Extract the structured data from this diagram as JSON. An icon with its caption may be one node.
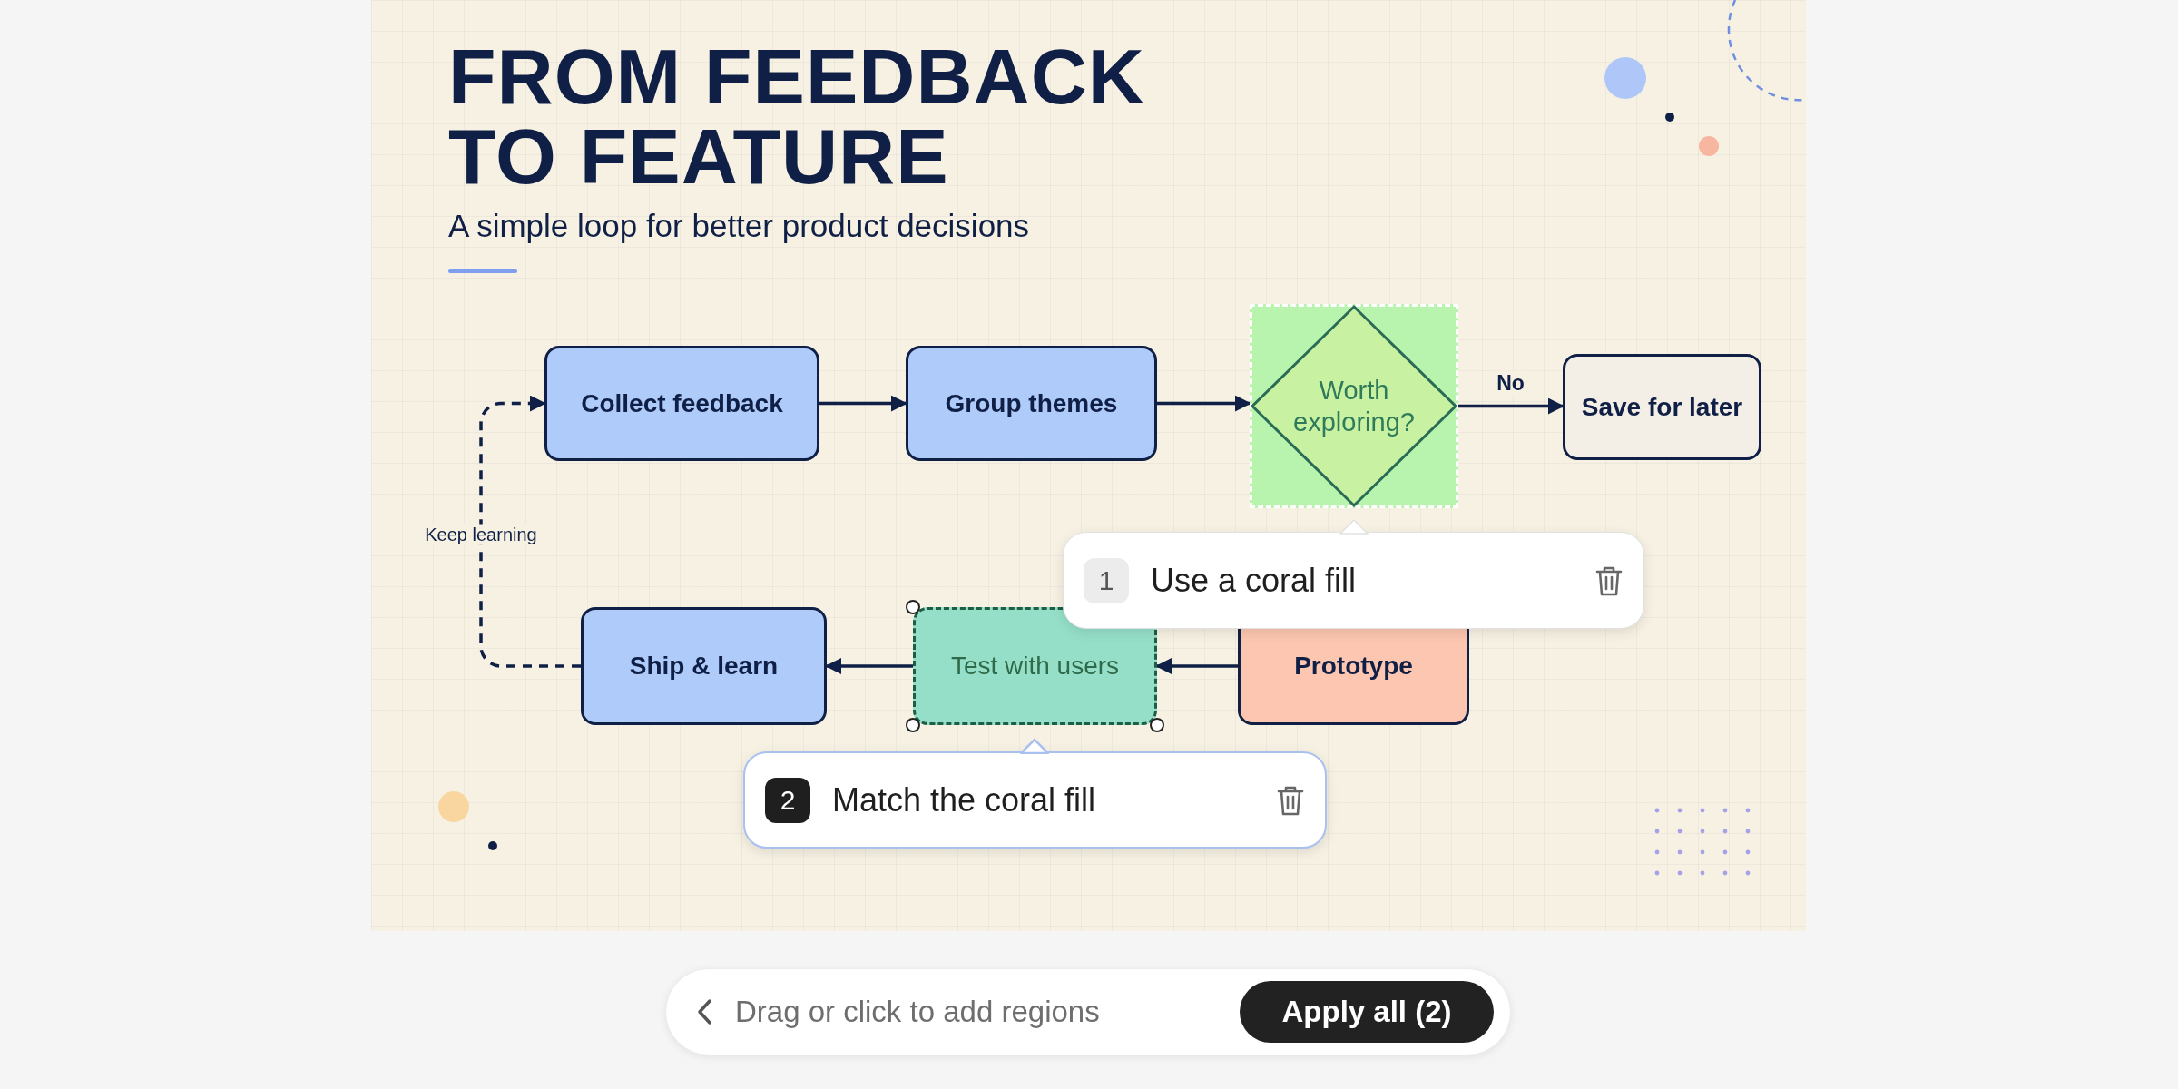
{
  "diagram": {
    "title": "FROM FEEDBACK TO FEATURE",
    "nodes": [
      {
        "text": [
          "Collect feedback"
        ]
      },
      {
        "text": [
          "Group themes"
        ]
      },
      {
        "text": [
          "Worth exploring?"
        ]
      },
      {
        "text": [
          "Save for later"
        ]
      },
      {
        "text": [
          "1",
          "Use a coral fill"
        ]
      },
      {
        "text": [
          "Ship & learn"
        ]
      },
      {
        "text": [
          "Test with users"
        ]
      },
      {
        "text": [
          "Prototype"
        ]
      },
      {
        "text": [
          "2",
          "Match the coral fill"
        ]
      }
    ],
    "edges": [
      {
        "from": 0,
        "to": 1,
        "arrow": "to"
      },
      {
        "from": 1,
        "to": 2,
        "arrow": "to"
      },
      {
        "from": 2,
        "to": 3,
        "arrow": "to",
        "label": "No"
      },
      {
        "from": 7,
        "to": 6,
        "arrow": "to"
      },
      {
        "from": 6,
        "to": 5,
        "arrow": "to"
      },
      {
        "from": 5,
        "to": 0,
        "arrow": "to",
        "label": "Keep learning",
        "style": "dashed"
      }
    ],
    "labels": [
      "A simple loop for better product decisions",
      "Drag or click to add regions",
      "Apply all (2)"
    ]
  }
}
